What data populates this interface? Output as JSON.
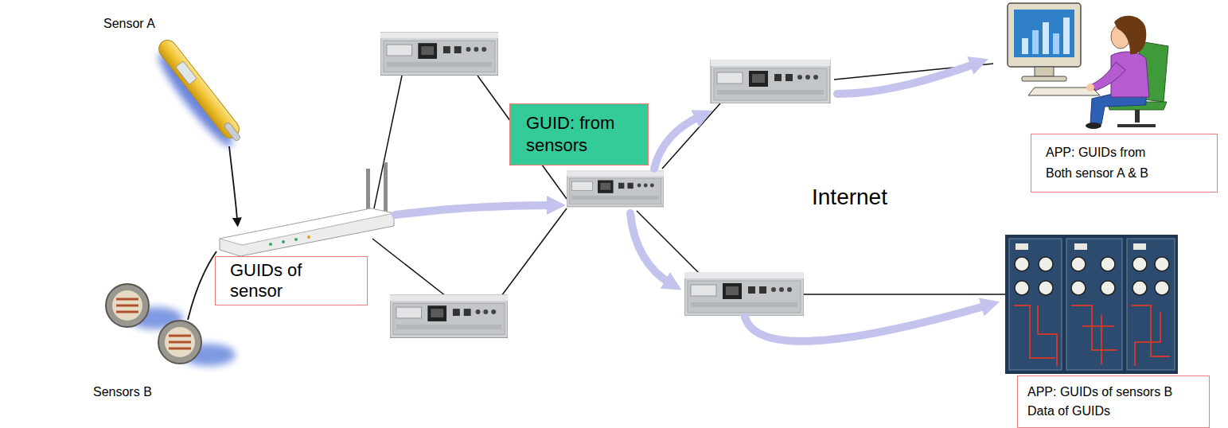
{
  "diagram": {
    "nodes": [
      {
        "text": [
          "Sensor A"
        ]
      },
      {
        "text": [
          "Internet"
        ]
      },
      {
        "text": [
          "GUID: from sensors"
        ],
        "in": 1
      },
      {
        "text": [
          "APP: GUIDs from Both sensor A & B"
        ]
      },
      {
        "text": [
          "GUIDs of sensor"
        ]
      },
      {
        "text": [
          "Sensors B"
        ]
      },
      {
        "text": [
          "APP: GUIDs of sensors B Data of GUIDs"
        ]
      }
    ]
  }
}
